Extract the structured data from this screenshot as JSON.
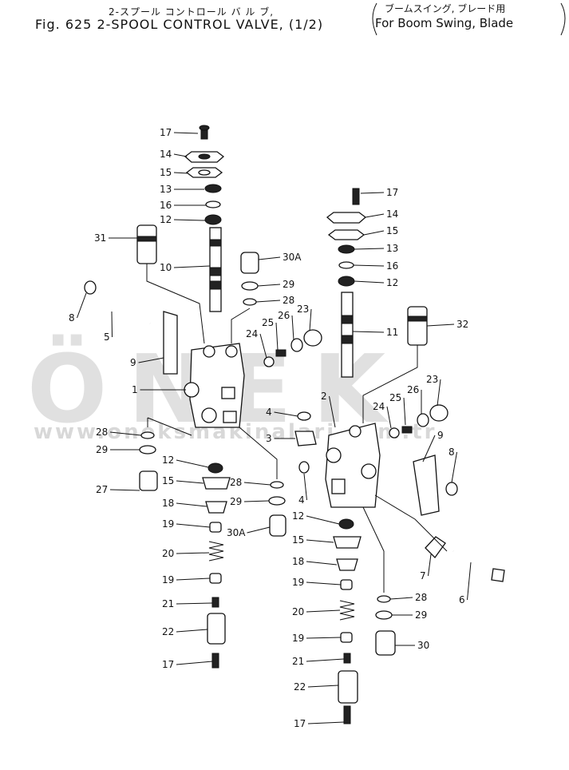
{
  "header": {
    "title_jp": "2-スプール コントロール バ ル ブ,",
    "title_en": "Fig. 625 2-SPOOL CONTROL VALVE, (1/2)",
    "subtitle_jp": "ブームスイング, ブレード用",
    "subtitle_en": "For Boom Swing, Blade"
  },
  "watermark": {
    "logo": "ÖNEK",
    "url": "www.oneksmakinalari.com.tr"
  },
  "callouts": [
    {
      "id": "c1",
      "text": "17"
    },
    {
      "id": "c2",
      "text": "14"
    },
    {
      "id": "c3",
      "text": "15"
    },
    {
      "id": "c4",
      "text": "13"
    },
    {
      "id": "c5",
      "text": "16"
    },
    {
      "id": "c6",
      "text": "12"
    },
    {
      "id": "c7",
      "text": "31"
    },
    {
      "id": "c8",
      "text": "10"
    },
    {
      "id": "c9",
      "text": "30A"
    },
    {
      "id": "c10",
      "text": "29"
    },
    {
      "id": "c11",
      "text": "28"
    },
    {
      "id": "c12",
      "text": "23"
    },
    {
      "id": "c13",
      "text": "26"
    },
    {
      "id": "c14",
      "text": "25"
    },
    {
      "id": "c15",
      "text": "24"
    },
    {
      "id": "c16",
      "text": "8"
    },
    {
      "id": "c17",
      "text": "5"
    },
    {
      "id": "c18",
      "text": "9"
    },
    {
      "id": "c19",
      "text": "1"
    },
    {
      "id": "c20",
      "text": "4"
    },
    {
      "id": "c21",
      "text": "3"
    },
    {
      "id": "c22",
      "text": "4"
    },
    {
      "id": "c23",
      "text": "28"
    },
    {
      "id": "c24",
      "text": "29"
    },
    {
      "id": "c25",
      "text": "27"
    },
    {
      "id": "c26",
      "text": "12"
    },
    {
      "id": "c27",
      "text": "15"
    },
    {
      "id": "c28",
      "text": "18"
    },
    {
      "id": "c29",
      "text": "19"
    },
    {
      "id": "c30",
      "text": "20"
    },
    {
      "id": "c31",
      "text": "19"
    },
    {
      "id": "c32",
      "text": "21"
    },
    {
      "id": "c33",
      "text": "22"
    },
    {
      "id": "c34",
      "text": "17"
    },
    {
      "id": "c35",
      "text": "28"
    },
    {
      "id": "c36",
      "text": "29"
    },
    {
      "id": "c37",
      "text": "30A"
    },
    {
      "id": "c38",
      "text": "17"
    },
    {
      "id": "c39",
      "text": "14"
    },
    {
      "id": "c40",
      "text": "15"
    },
    {
      "id": "c41",
      "text": "13"
    },
    {
      "id": "c42",
      "text": "16"
    },
    {
      "id": "c43",
      "text": "12"
    },
    {
      "id": "c44",
      "text": "11"
    },
    {
      "id": "c45",
      "text": "32"
    },
    {
      "id": "c46",
      "text": "23"
    },
    {
      "id": "c47",
      "text": "26"
    },
    {
      "id": "c48",
      "text": "25"
    },
    {
      "id": "c49",
      "text": "24"
    },
    {
      "id": "c50",
      "text": "2"
    },
    {
      "id": "c51",
      "text": "9"
    },
    {
      "id": "c52",
      "text": "8"
    },
    {
      "id": "c53",
      "text": "12"
    },
    {
      "id": "c54",
      "text": "15"
    },
    {
      "id": "c55",
      "text": "18"
    },
    {
      "id": "c56",
      "text": "19"
    },
    {
      "id": "c57",
      "text": "20"
    },
    {
      "id": "c58",
      "text": "19"
    },
    {
      "id": "c59",
      "text": "21"
    },
    {
      "id": "c60",
      "text": "22"
    },
    {
      "id": "c61",
      "text": "17"
    },
    {
      "id": "c62",
      "text": "7"
    },
    {
      "id": "c63",
      "text": "6"
    },
    {
      "id": "c64",
      "text": "28"
    },
    {
      "id": "c65",
      "text": "29"
    },
    {
      "id": "c66",
      "text": "30"
    }
  ]
}
